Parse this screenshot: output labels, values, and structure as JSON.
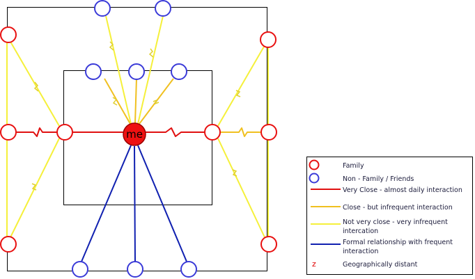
{
  "colors": {
    "family": "#e81010",
    "friends": "#3a3ad8",
    "very_close": "#e01010",
    "close": "#f0c020",
    "not_very_close": "#f5f03a",
    "formal": "#1020b0",
    "me_fill": "#ee1111",
    "frame": "#000000"
  },
  "center_node": {
    "label": "me"
  },
  "legend": {
    "items": [
      {
        "key": "family",
        "symbol": "circle",
        "color": "#e81010",
        "label": "Family"
      },
      {
        "key": "friends",
        "symbol": "circle",
        "color": "#3a3ad8",
        "label": "Non - Family / Friends"
      },
      {
        "key": "very_close",
        "symbol": "line",
        "color": "#e01010",
        "label": "Very Close - almost daily interaction"
      },
      {
        "key": "close",
        "symbol": "line",
        "color": "#f0c020",
        "label": "Close - but infrequent  interaction"
      },
      {
        "key": "not_very_close",
        "symbol": "line",
        "color": "#f5f03a",
        "label": "Not very close - very infrequent",
        "label2": "intercation"
      },
      {
        "key": "formal",
        "symbol": "line",
        "color": "#1020b0",
        "label": "Formal relationship with frequent",
        "label2": "interaction"
      },
      {
        "key": "distant",
        "symbol": "z",
        "color": "#e00000",
        "glyph": "z",
        "label": "Geographically distant"
      }
    ]
  }
}
